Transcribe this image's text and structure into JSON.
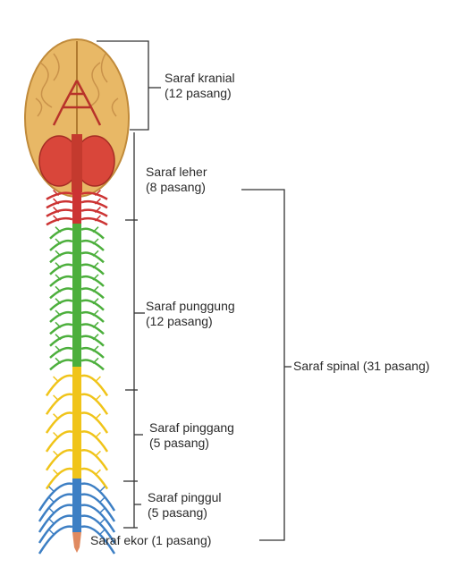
{
  "labels": {
    "kranial": {
      "name": "Saraf kranial",
      "count": "(12 pasang)"
    },
    "leher": {
      "name": "Saraf leher",
      "count": "(8 pasang)"
    },
    "punggung": {
      "name": "Saraf punggung",
      "count": "(12 pasang)"
    },
    "pinggang": {
      "name": "Saraf pinggang",
      "count": "(5 pasang)"
    },
    "pinggul": {
      "name": "Saraf pinggul",
      "count": "(5 pasang)"
    },
    "ekor": "Saraf ekor (1 pasang)",
    "spinal": "Saraf spinal (31 pasang)"
  },
  "colors": {
    "brain": "#e8b866",
    "cerebellum": "#d9463a",
    "cervical": "#cc3333",
    "thoracic": "#4caf3c",
    "lumbar": "#f0c419",
    "sacral": "#3d7fc4",
    "coccygeal": "#e08a60",
    "line": "#333333"
  }
}
